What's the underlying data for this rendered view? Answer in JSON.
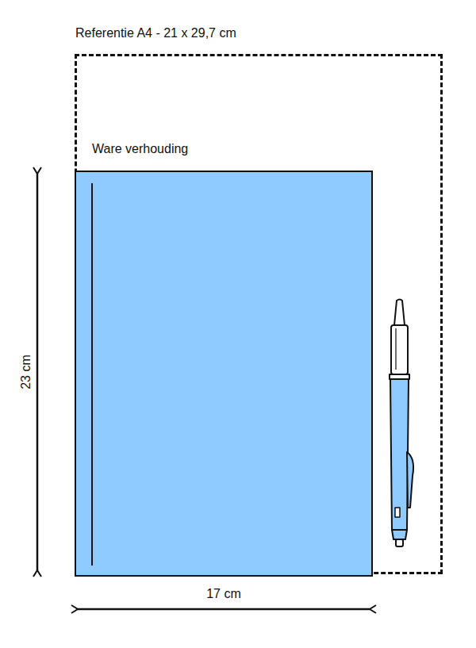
{
  "diagram": {
    "nodes": [
      {
        "text": [
          "Referentie A4 - 21 x 29,7 cm"
        ]
      },
      {
        "text": [
          "Ware verhouding"
        ],
        "in": 0
      }
    ],
    "labels": [
      "23 cm",
      "17 cm"
    ]
  }
}
